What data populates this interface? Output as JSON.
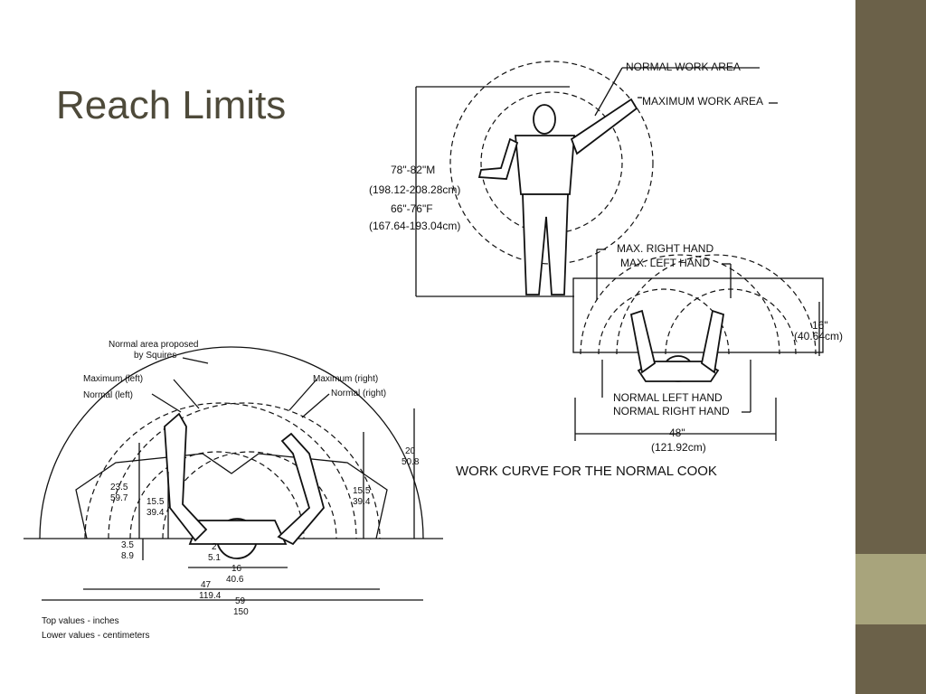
{
  "slide": {
    "title": "Reach Limits",
    "colors": {
      "edge_dark": "#6b6149",
      "edge_accent": "#a8a47c",
      "title_text": "#4e4a3a"
    }
  },
  "figure_workarea": {
    "label_normal_work_area": "NORMAL WORK AREA",
    "label_maximum_work_area": "MAXIMUM WORK AREA",
    "height_male_in": "78\"-82\"M",
    "height_male_cm": "(198.12-208.28cm)",
    "height_female_in": "66\"-76\"F",
    "height_female_cm": "(167.64-193.04cm)",
    "label_max_right_hand": "MAX. RIGHT HAND",
    "label_max_left_hand": "MAX. LEFT HAND",
    "depth_in": "16\"",
    "depth_cm": "(40.64cm)",
    "label_normal_left_hand": "NORMAL LEFT HAND",
    "label_normal_right_hand": "NORMAL RIGHT HAND",
    "width_in": "48\"",
    "width_cm": "(121.92cm)",
    "caption": "WORK CURVE FOR THE NORMAL COOK"
  },
  "figure_squires": {
    "label_normal_area": "Normal area proposed",
    "label_normal_area_2": "by Squires",
    "label_maximum_left": "Maximum (left)",
    "label_normal_left": "Normal (left)",
    "label_maximum_right": "Maximum (right)",
    "label_normal_right": "Normal (right)",
    "dim_max_left_in": "23.5",
    "dim_max_left_cm": "59.7",
    "dim_norm_left_in": "15.5",
    "dim_norm_left_cm": "39.4",
    "dim_body_in": "3.5",
    "dim_body_cm": "8.9",
    "dim_small_in": "2",
    "dim_small_cm": "5.1",
    "dim_total_height_in": "20",
    "dim_total_height_cm": "50.8",
    "dim_norm_right_in": "15.5",
    "dim_norm_right_cm": "39.4",
    "dim_shoulder_in": "16",
    "dim_shoulder_cm": "40.6",
    "dim_normal_span_in": "47",
    "dim_normal_span_cm": "119.4",
    "dim_max_span_in": "59",
    "dim_max_span_cm": "150",
    "legend_top": "Top values - inches",
    "legend_lower": "Lower values - centimeters"
  }
}
